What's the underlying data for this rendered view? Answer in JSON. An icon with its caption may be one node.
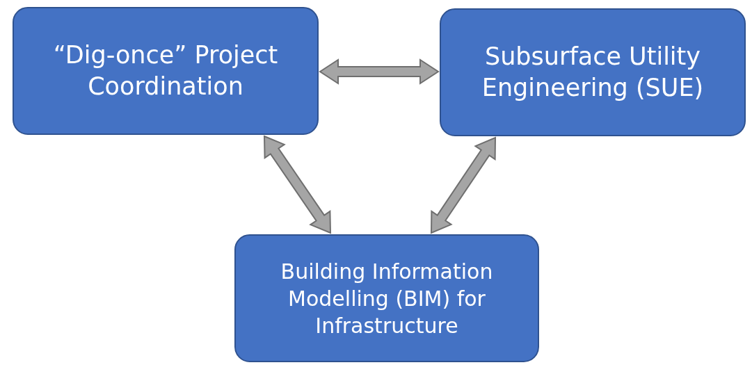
{
  "diagram": {
    "nodes": [
      {
        "text": [
          "“Dig-once” Project Coordination"
        ]
      },
      {
        "text": [
          "Subsurface Utility Engineering (SUE)"
        ]
      },
      {
        "text": [
          "Building Information Modelling (BIM) for Infrastructure"
        ]
      }
    ],
    "edges": [
      {
        "from": 0,
        "to": 1,
        "arrow": "both"
      },
      {
        "from": 0,
        "to": 2,
        "arrow": "both"
      },
      {
        "from": 1,
        "to": 2,
        "arrow": "both"
      }
    ]
  }
}
